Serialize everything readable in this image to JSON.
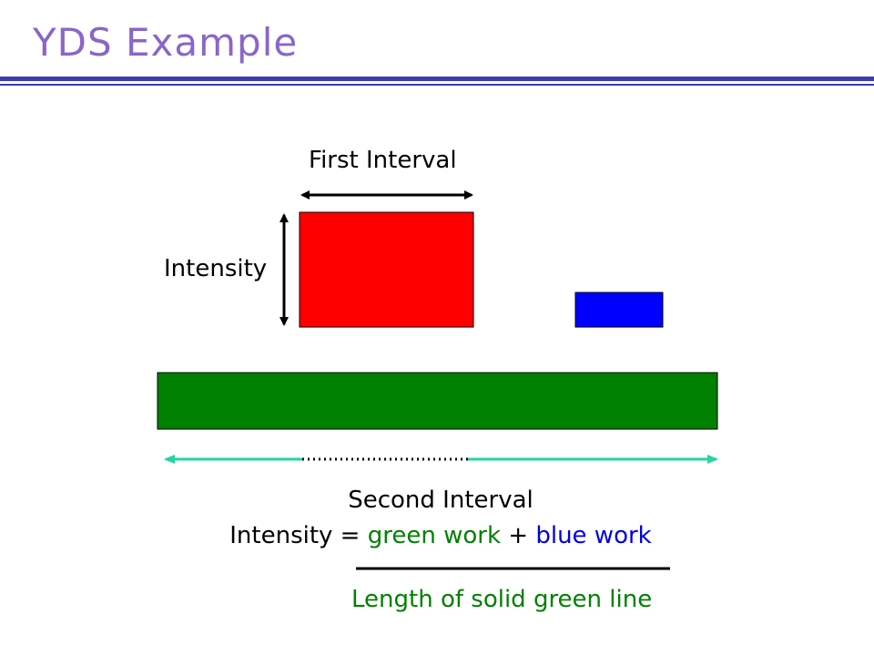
{
  "slide": {
    "title": "YDS Example",
    "title_color": "#8a66c8",
    "rule_color": "#3c3cb4"
  },
  "diagram": {
    "first_interval_label": "First Interval",
    "intensity_label": "Intensity",
    "second_interval_label": "Second Interval",
    "formula": {
      "prefix": "Intensity = ",
      "green_term": "green work",
      "plus": " + ",
      "blue_term": "blue work"
    },
    "denominator_label": "Length of solid green line",
    "colors": {
      "red_job": "#ff0000",
      "blue_job": "#0000ff",
      "green_job": "#008000",
      "interval_arrow": "#22d6a0",
      "black": "#000000"
    }
  }
}
